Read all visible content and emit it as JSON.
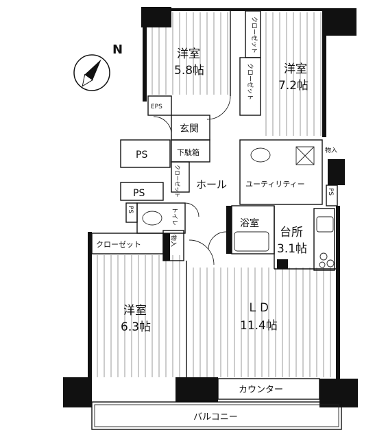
{
  "compass": {
    "north_label": "N",
    "icon": "compass-icon"
  },
  "rooms": {
    "bedroom_a": {
      "name": "洋室",
      "size": "5.8帖"
    },
    "bedroom_b": {
      "name": "洋室",
      "size": "7.2帖"
    },
    "bedroom_c": {
      "name": "洋室",
      "size": "6.3帖"
    },
    "ld": {
      "name": "ＬＤ",
      "size": "11.4帖"
    },
    "kitchen": {
      "name": "台所",
      "size": "3.1帖"
    }
  },
  "labels": {
    "closet_vertical": "クローゼット",
    "closet_horizontal": "クローゼット",
    "genkan": "玄関",
    "getabako": "下駄箱",
    "hall": "ホール",
    "utility": "ユーティリティー",
    "bath": "浴室",
    "toilet": "トイレ",
    "closet_small": "クローゼット",
    "eps": "EPS",
    "ps": "PS",
    "monoire": "物入",
    "counter": "カウンター",
    "balcony": "バルコニー"
  }
}
